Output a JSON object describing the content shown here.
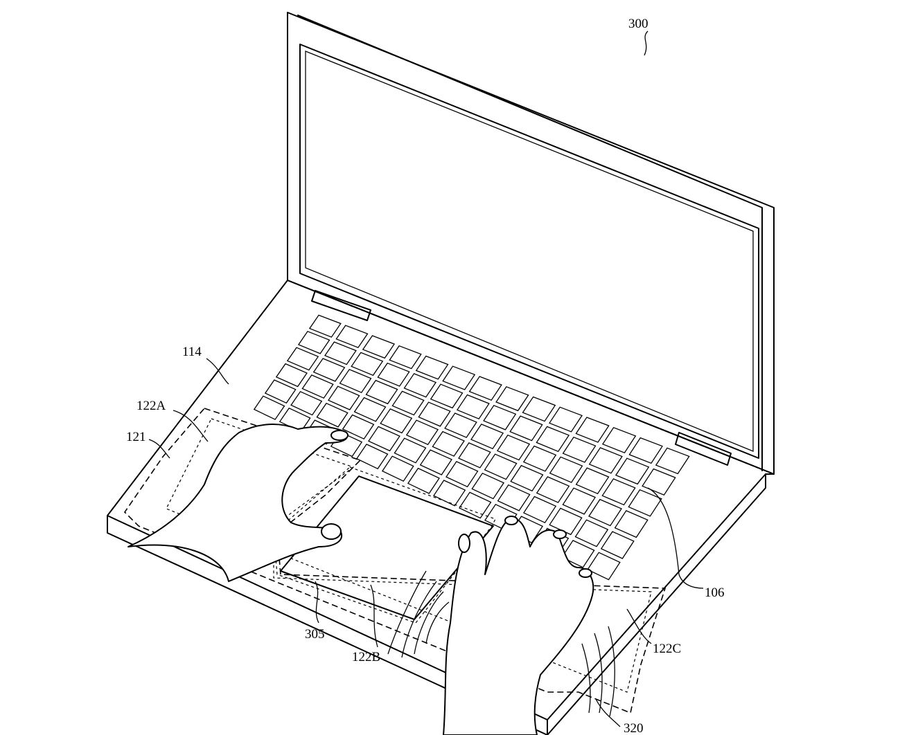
{
  "figure": {
    "labels": {
      "device": "300",
      "top_case": "114",
      "region_left": "122A",
      "region_outer": "121",
      "keyboard": "106",
      "trackpad_region": "305",
      "region_center": "122B",
      "region_right": "122C",
      "vibration": "320"
    }
  }
}
